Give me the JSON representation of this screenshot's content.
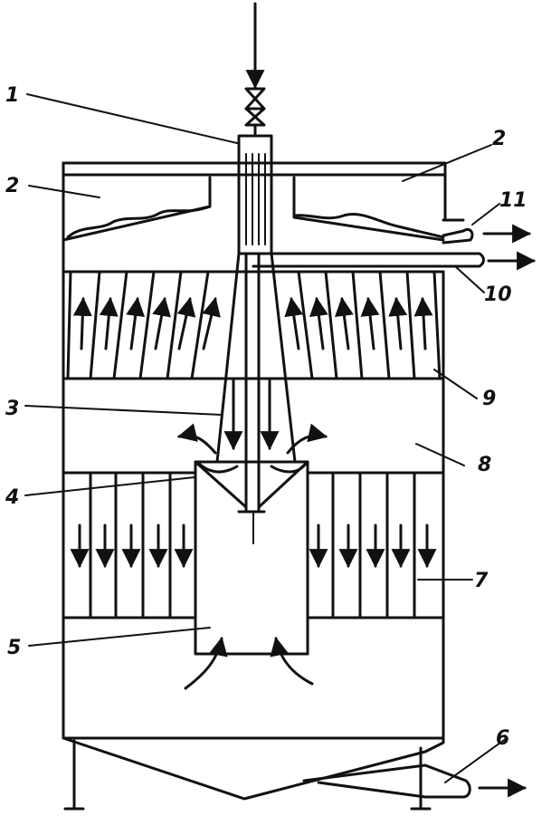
{
  "diagram": {
    "labels": {
      "l1": "1",
      "l2a": "2",
      "l2b": "2",
      "l3": "3",
      "l4": "4",
      "l5": "5",
      "l6": "6",
      "l7": "7",
      "l8": "8",
      "l9": "9",
      "l10": "10",
      "l11": "11"
    }
  }
}
